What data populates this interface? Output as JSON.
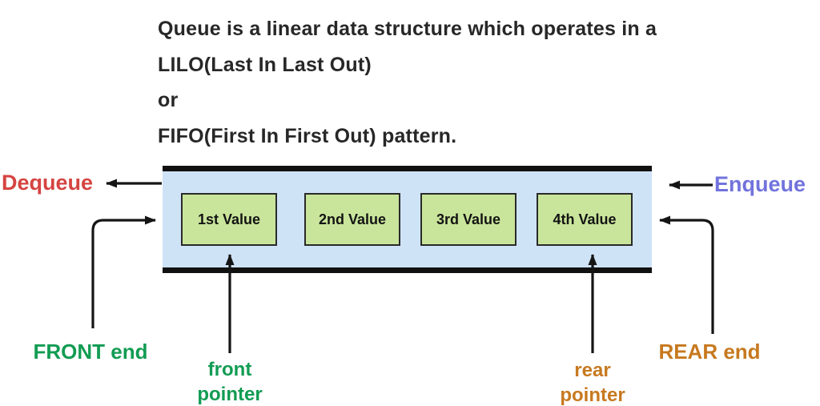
{
  "title": {
    "line1": "Queue is a linear data structure which operates in a",
    "line2": "LILO(Last In Last Out)",
    "line3": "or",
    "line4": "FIFO(First In First Out) pattern."
  },
  "queue": {
    "cells": [
      {
        "label": "1st Value"
      },
      {
        "label": "2nd Value"
      },
      {
        "label": "3rd Value"
      },
      {
        "label": "4th Value"
      }
    ]
  },
  "labels": {
    "dequeue": "Dequeue",
    "enqueue": "Enqueue",
    "front_end": "FRONT end",
    "front_pointer_line1": "front",
    "front_pointer_line2": "pointer",
    "rear_pointer_line1": "rear",
    "rear_pointer_line2": "pointer",
    "rear_end": "REAR end"
  },
  "colors": {
    "dequeue_text": "#d54441",
    "enqueue_text": "#7173dc",
    "front_text": "#129c53",
    "rear_text": "#c7791f",
    "title_text": "#272727",
    "band_fill": "#cfe3f7",
    "band_bar": "#111111",
    "cell_fill": "#c9e59b",
    "cell_border": "#2a2a2a",
    "arrow": "#151515"
  }
}
